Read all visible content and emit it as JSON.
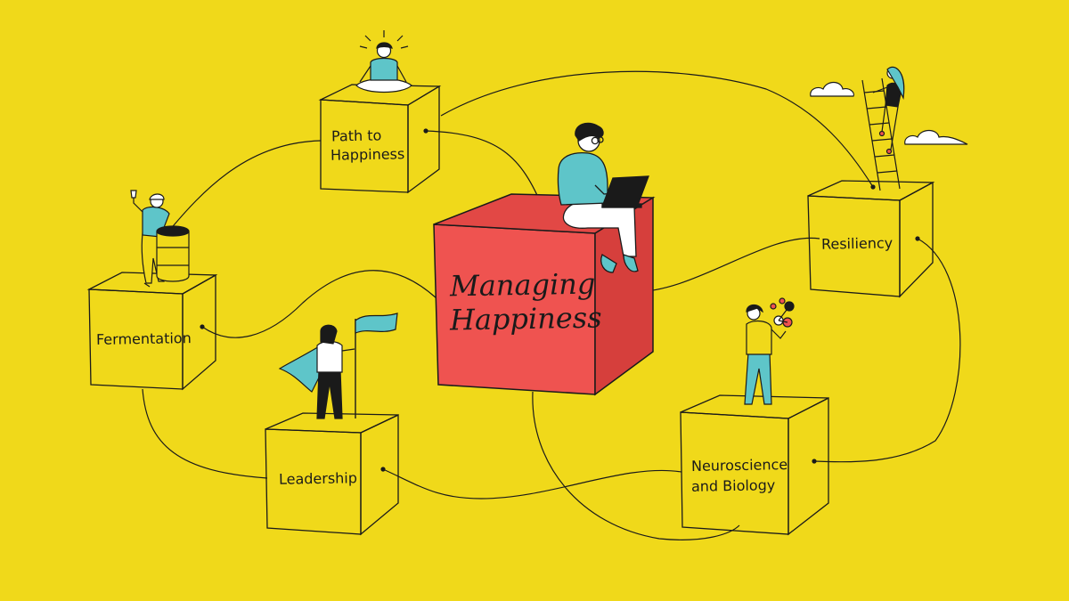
{
  "colors": {
    "background": "#f0d91a",
    "main_cube": "#ef5350",
    "line": "#1a1a1a",
    "teal": "#5ec5c9",
    "white": "#ffffff"
  },
  "diagram": {
    "center_title": [
      "Managing",
      "Happiness"
    ],
    "nodes": [
      {
        "id": "path",
        "lines": [
          "Path to",
          "Happiness"
        ],
        "icon": "meditating-person-icon"
      },
      {
        "id": "fermentation",
        "lines": [
          "Fermentation"
        ],
        "icon": "person-with-barrel-icon"
      },
      {
        "id": "leadership",
        "lines": [
          "Leadership"
        ],
        "icon": "person-with-flag-and-cape-icon"
      },
      {
        "id": "neuroscience",
        "lines": [
          "Neuroscience",
          "and Biology"
        ],
        "icon": "person-holding-molecule-icon"
      },
      {
        "id": "resiliency",
        "lines": [
          "Resiliency"
        ],
        "icon": "person-climbing-ladder-icon"
      }
    ],
    "center_icon": "person-with-laptop-icon"
  }
}
